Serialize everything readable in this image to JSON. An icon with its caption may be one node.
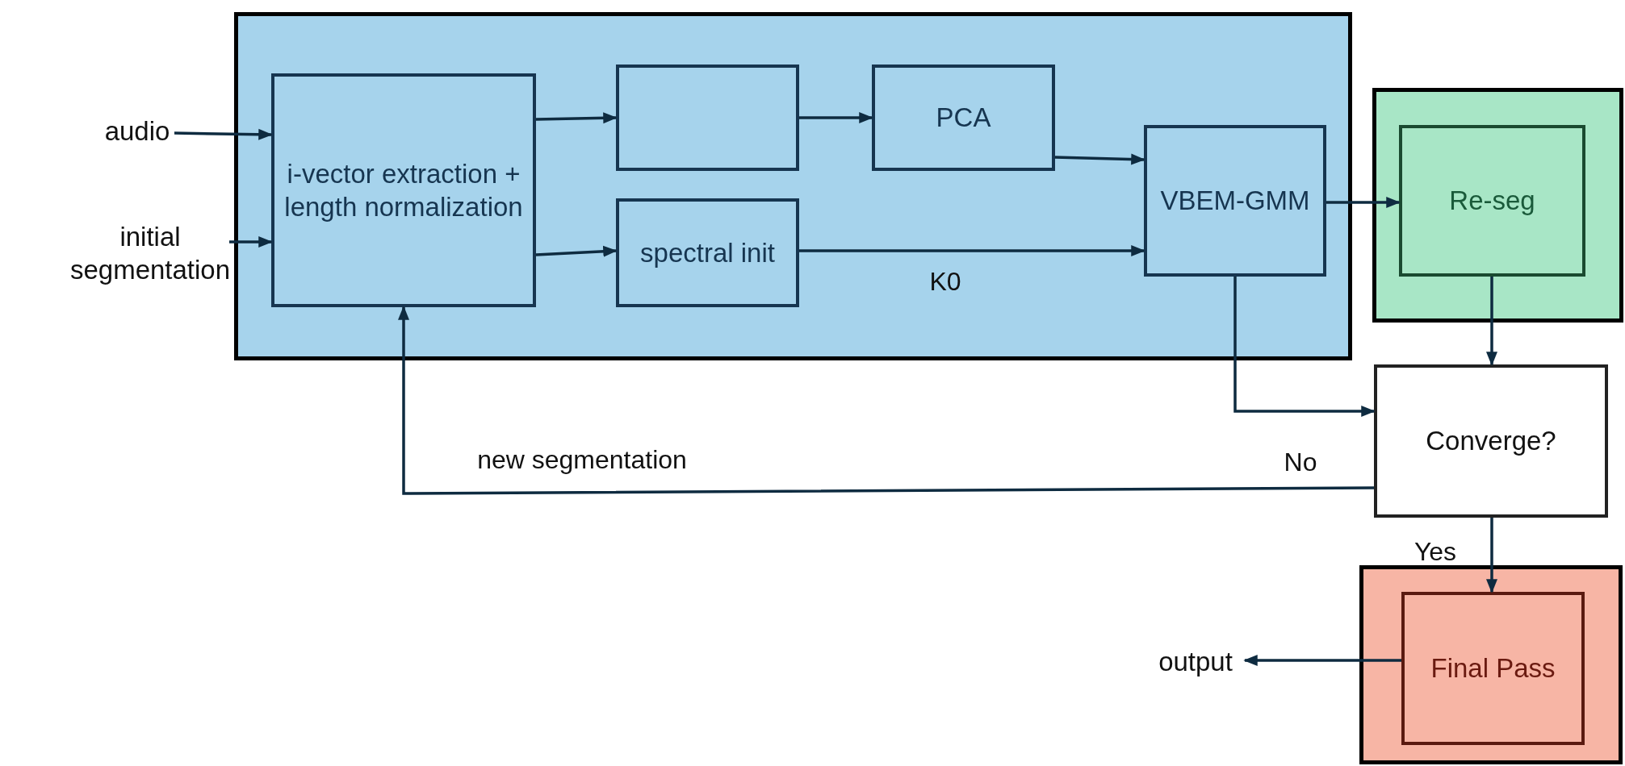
{
  "diagram": {
    "nodes": [
      {
        "text": [
          "audio"
        ]
      },
      {
        "text": [
          "initial segmentation"
        ]
      },
      {
        "text": [],
        "shape": "box"
      },
      {
        "text": [
          "i-vector extraction + length normalization"
        ],
        "in": 2
      },
      {
        "text": [],
        "shape": "box",
        "in": 2
      },
      {
        "text": [
          "PCA"
        ],
        "in": 2
      },
      {
        "text": [
          "spectral init"
        ],
        "in": 2
      },
      {
        "text": [
          "VBEM-GMM"
        ],
        "in": 2
      },
      {
        "text": [],
        "shape": "box"
      },
      {
        "text": [
          "Re-seg"
        ],
        "in": 8
      },
      {
        "text": [
          "Converge?"
        ]
      },
      {
        "text": [],
        "shape": "box"
      },
      {
        "text": [
          "Final Pass"
        ],
        "in": 11
      },
      {
        "text": [
          "output"
        ]
      }
    ],
    "edges": [
      {
        "from": 0,
        "to": 3,
        "arrow": "to"
      },
      {
        "from": 1,
        "to": 3,
        "arrow": "to"
      },
      {
        "from": 3,
        "to": 4,
        "arrow": "to"
      },
      {
        "from": 3,
        "to": 6,
        "arrow": "to"
      },
      {
        "from": 4,
        "to": 5,
        "arrow": "to"
      },
      {
        "from": 5,
        "to": 7,
        "arrow": "to"
      },
      {
        "from": 6,
        "to": 7,
        "arrow": "to",
        "label": "K0"
      },
      {
        "from": 7,
        "to": 9,
        "arrow": "to"
      },
      {
        "from": 9,
        "to": 10,
        "arrow": "to"
      },
      {
        "from": 7,
        "to": 10,
        "arrow": "to"
      },
      {
        "from": 10,
        "to": 3,
        "arrow": "to",
        "label": "No"
      },
      {
        "from": 10,
        "to": 12,
        "arrow": "to",
        "label": "Yes"
      },
      {
        "from": 12,
        "to": 13,
        "arrow": "to"
      }
    ],
    "labels": [
      "new segmentation"
    ]
  }
}
